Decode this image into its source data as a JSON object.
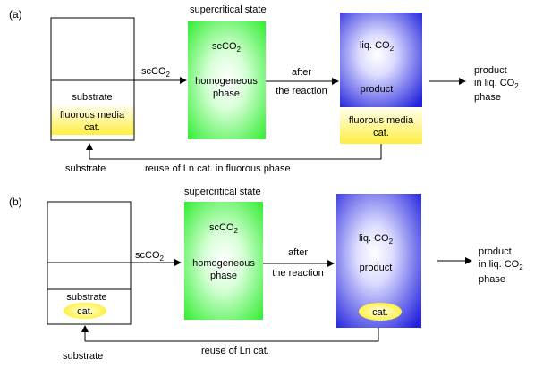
{
  "panel_a": {
    "label": "(a)",
    "state_label": "supercritical state",
    "arrow1_label": "scCO",
    "arrow1_sub": "2",
    "green_label1": "scCO",
    "green_label1_sub": "2",
    "green_label2": "homogeneous",
    "green_label3": "phase",
    "after_label1": "after",
    "after_label2": "the reaction",
    "blue_label1": "liq. CO",
    "blue_label1_sub": "2",
    "blue_label2": "product",
    "substrate_label": "substrate",
    "fluorous_label1": "fluorous media",
    "fluorous_label2": "cat.",
    "product_out1": "product",
    "product_out2": "in liq. CO",
    "product_out2_sub": "2",
    "product_out3": "phase",
    "substrate_in": "substrate",
    "reuse_label": "reuse of Ln cat. in fluorous phase"
  },
  "panel_b": {
    "label": "(b)",
    "state_label": "supercritical state",
    "arrow1_label": "scCO",
    "arrow1_sub": "2",
    "green_label1": "scCO",
    "green_label1_sub": "2",
    "green_label2": "homogeneous",
    "green_label3": "phase",
    "after_label1": "after",
    "after_label2": "the reaction",
    "blue_label1": "liq. CO",
    "blue_label1_sub": "2",
    "blue_label2": "product",
    "substrate_label": "substrate",
    "cat_label": "cat.",
    "blue_cat_label": "cat.",
    "product_out1": "product",
    "product_out2": "in liq. CO",
    "product_out2_sub": "2",
    "product_out3": "phase",
    "substrate_in": "substrate",
    "reuse_label": "reuse of Ln cat."
  },
  "colors": {
    "green_edge": "#33ee33",
    "blue_edge": "#2222dd",
    "yellow": "#ffee44"
  }
}
